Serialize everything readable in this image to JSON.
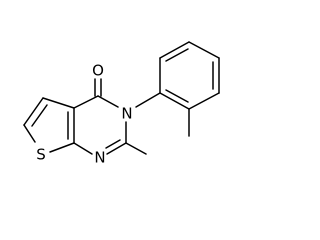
{
  "molecule": {
    "atoms": {
      "oxygen": "O",
      "nitrogen_ring": "N",
      "nitrogen_imine": "N",
      "sulfur": "S"
    }
  }
}
